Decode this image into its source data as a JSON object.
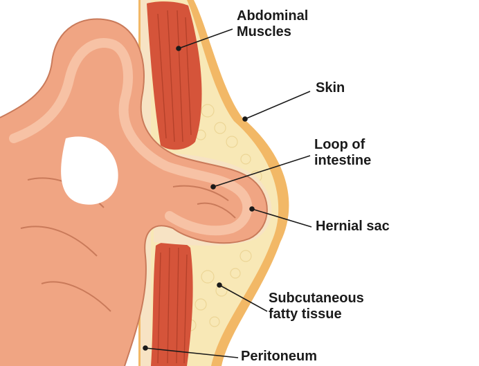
{
  "labels": {
    "abdominal_muscles": "Abdominal\nMuscles",
    "skin": "Skin",
    "loop_of_intestine": "Loop of\nintestine",
    "hernial_sac": "Hernial sac",
    "subcutaneous_fatty_tissue": "Subcutaneous\nfatty tissue",
    "peritoneum": "Peritoneum"
  },
  "colors": {
    "intestine": "#f0a583",
    "intestine_light": "#f7c2a5",
    "intestine_dark": "#c97a5a",
    "muscle": "#d5543a",
    "muscle_dark": "#a83a24",
    "fat": "#f8e8b6",
    "skin": "#f2b866",
    "peritoneum": "#f7e3c4",
    "line": "#1a1a1a"
  }
}
